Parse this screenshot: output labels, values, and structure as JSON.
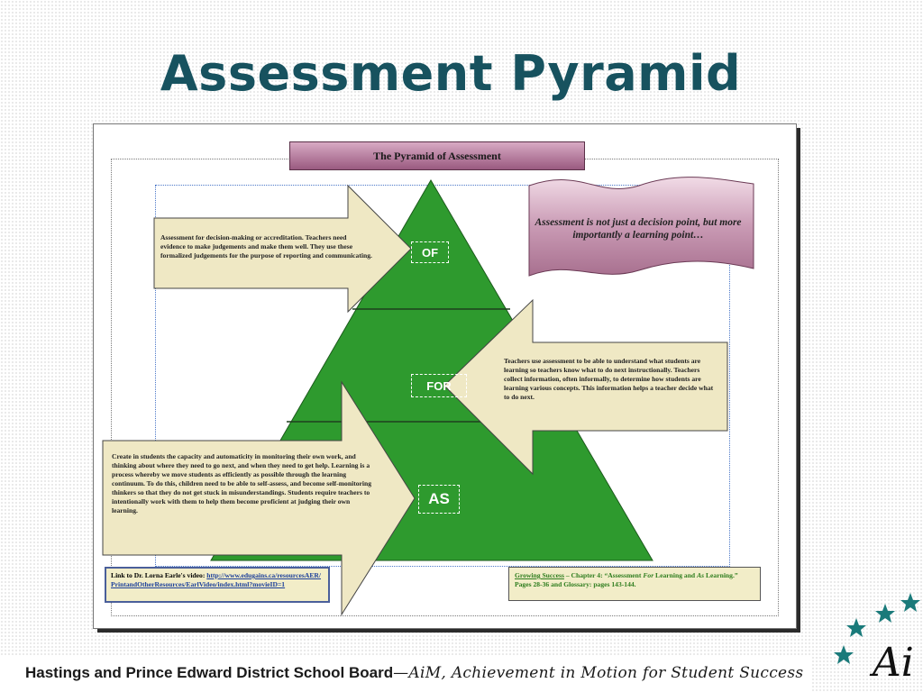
{
  "slide": {
    "title": "Assessment Pyramid"
  },
  "diagram": {
    "title": "The Pyramid of Assessment",
    "banner": "Assessment is not just a decision point, but more importantly a learning point…",
    "levels": [
      {
        "label": "OF"
      },
      {
        "label": "FOR"
      },
      {
        "label": "AS"
      }
    ],
    "descriptions": {
      "of": "Assessment for decision-making or accreditation. Teachers need evidence to make judgements and make them well. They use these formalized judgements for the purpose of reporting and communicating.",
      "for": "Teachers use assessment to be able to understand what students are learning so teachers know what to do next instructionally. Teachers collect information, often informally, to determine how students are learning various concepts. This information helps a teacher decide what to do next.",
      "as": "Create in students the capacity and automaticity in monitoring their own work, and thinking about where they need to go next, and when they need to get help. Learning is a process whereby we move students as efficiently as possible through the learning continuum. To do this, children need to be able to self-assess, and become self-monitoring thinkers so that they do not get stuck in misunderstandings. Students require teachers to intentionally work with them to help them become proficient at judging their own learning."
    },
    "link_box": {
      "prefix": "Link to Dr. Lorna Earle's video:",
      "url": "http://www.edugains.ca/resourcesAER/PrintandOtherResources/EarlVideo/index.html?movieID=1"
    },
    "ref_box": {
      "book": "Growing Success",
      "chapter": " – Chapter 4: “Assessment ",
      "for_word": "For",
      "middle": " Learning and ",
      "as_word": "As",
      "rest": " Learning.” Pages 28-36 and Glossary: pages 143-144."
    },
    "colors": {
      "pyramid": "#2e9a2e",
      "arrow_fill": "#efe8c4",
      "title_box": "#c78cad",
      "banner": "#c99ab4"
    }
  },
  "footer": {
    "board": "Hastings and Prince Edward District School Board",
    "tagline": "—AiM, Achievement in Motion for Student Success"
  },
  "logo": {
    "icon": "stars-logo-icon",
    "text": "Ai"
  }
}
